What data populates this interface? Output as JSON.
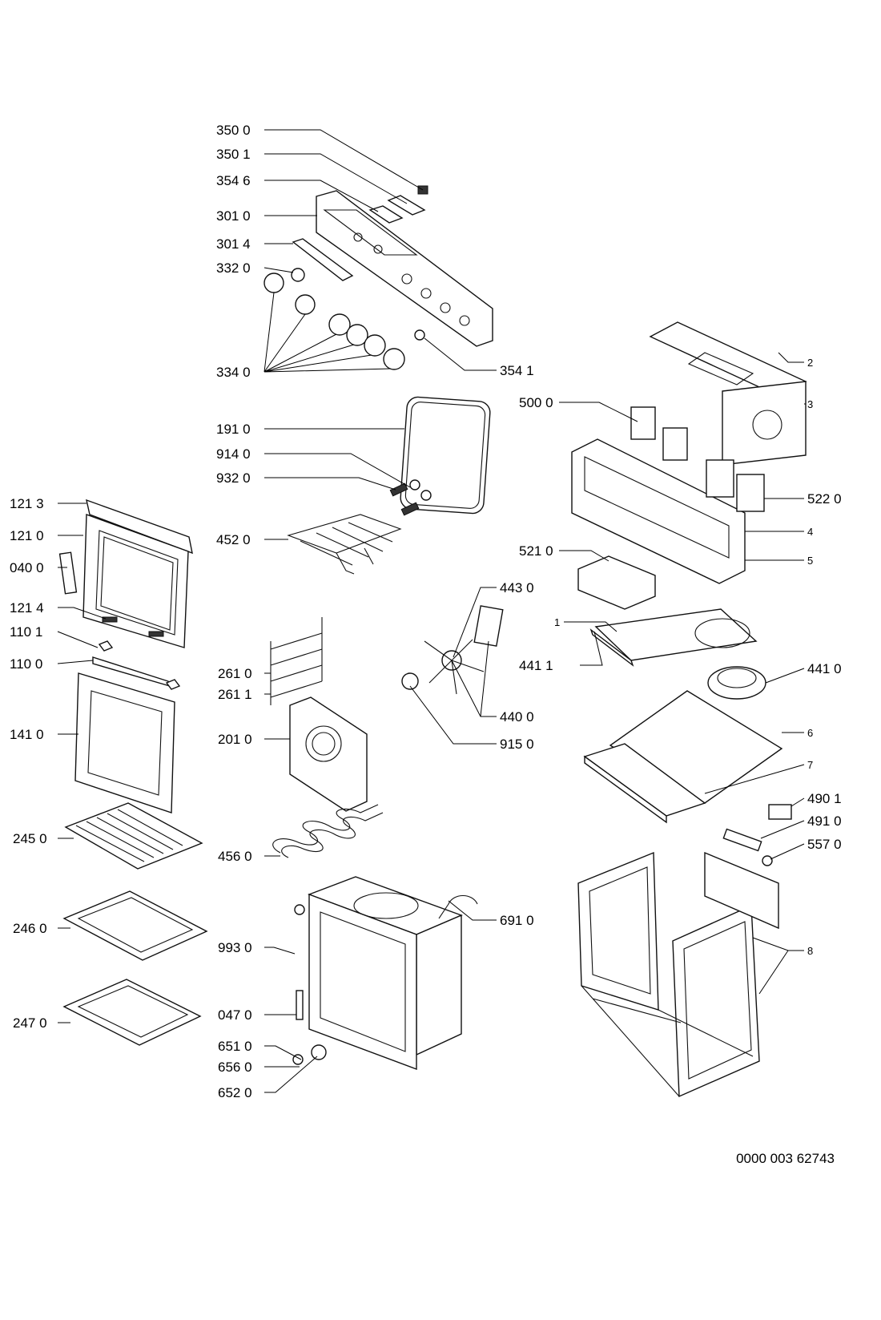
{
  "document_number": "0000 003 62743",
  "callouts": {
    "c3500": "350 0",
    "c3501": "350 1",
    "c3546": "354 6",
    "c3010": "301 0",
    "c3014": "301 4",
    "c3320": "332 0",
    "c3340": "334 0",
    "c3541": "354 1",
    "c1910": "191 0",
    "c9140": "914 0",
    "c9320": "932 0",
    "c4520": "452 0",
    "c1213": "121 3",
    "c1210": "121 0",
    "c0400": "040 0",
    "c1214": "121 4",
    "c1101": "110 1",
    "c1100": "110 0",
    "c1410": "141 0",
    "c2450": "245 0",
    "c2460": "246 0",
    "c2470": "247 0",
    "c2610": "261 0",
    "c2611": "261 1",
    "c2010": "201 0",
    "c4560": "456 0",
    "c9930": "993 0",
    "c0470": "047 0",
    "c6510": "651 0",
    "c6560": "656 0",
    "c6520": "652 0",
    "c6910": "691 0",
    "c4430": "443 0",
    "c4411": "441 1",
    "c4410": "441 0",
    "c4400": "440 0",
    "c9150": "915 0",
    "c5000": "500 0",
    "c5220": "522 0",
    "c5210": "521 0",
    "c4901": "490 1",
    "c4910": "491 0",
    "c5570": "557 0",
    "n1": "1",
    "n2": "2",
    "n3": "3",
    "n4": "4",
    "n5": "5",
    "n6": "6",
    "n7": "7",
    "n8": "8"
  },
  "icons": {
    "control-panel": "control-panel-icon",
    "knob": "knob-icon",
    "door-seal": "door-seal-icon",
    "grill-element": "grill-element-icon",
    "oven-door": "oven-door-icon",
    "baking-tray": "baking-tray-icon",
    "fan-cover": "fan-cover-icon",
    "oven-cavity": "oven-cavity-icon",
    "outer-housing": "outer-housing-icon"
  }
}
